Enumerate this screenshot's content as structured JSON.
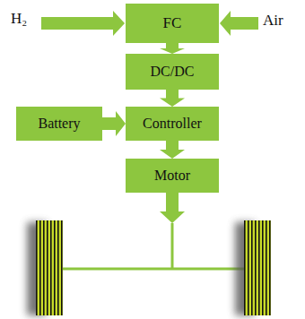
{
  "diagram": {
    "nodes": [
      {
        "text": [
          "FC"
        ]
      },
      {
        "text": [
          "DC/DC"
        ]
      },
      {
        "text": [
          "Battery"
        ]
      },
      {
        "text": [
          "Controller"
        ]
      },
      {
        "text": [
          "Motor"
        ]
      }
    ],
    "edges": [
      {
        "from": 0,
        "to": 1,
        "arrow": "to"
      },
      {
        "from": 1,
        "to": 3,
        "arrow": "to"
      },
      {
        "from": 2,
        "to": 3,
        "arrow": "to"
      },
      {
        "from": 3,
        "to": 4,
        "arrow": "to"
      }
    ],
    "labels": [
      "H₂",
      "Air"
    ]
  }
}
